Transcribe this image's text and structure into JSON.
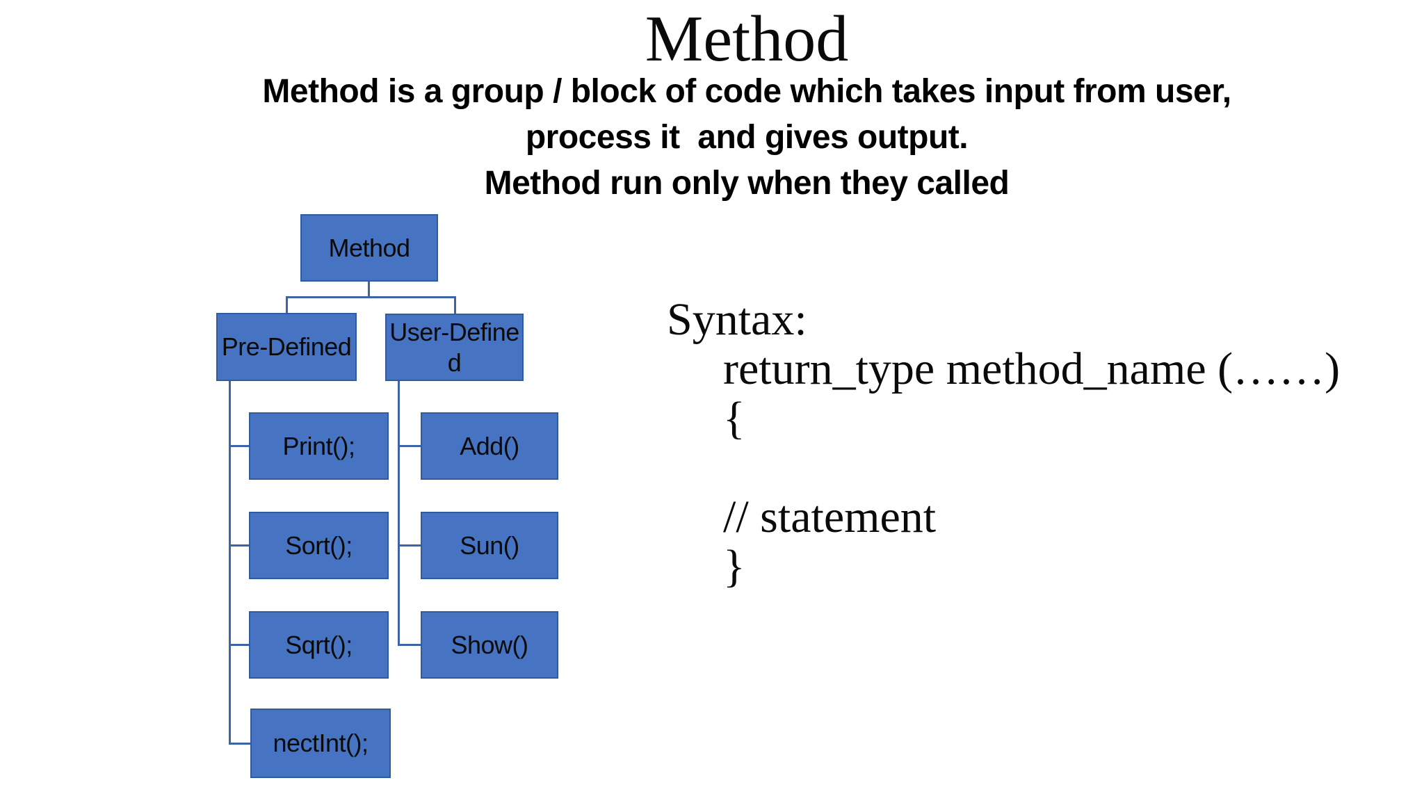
{
  "slide": {
    "title": "Method",
    "subtitle_lines": [
      "Method is a group / block of code which takes input from user,",
      "process it  and gives output.",
      "Method run only when they called"
    ]
  },
  "diagram": {
    "root_label": "Method",
    "pre_defined_label": "Pre-Defined",
    "user_defined_lines": [
      "User-Define",
      "d"
    ],
    "pre_children": [
      "Print();",
      "Sort();",
      "Sqrt();",
      "nectInt();"
    ],
    "user_children": [
      "Add()",
      "Sun()",
      "Show()"
    ]
  },
  "syntax": {
    "heading": "Syntax:",
    "lines": [
      "return_type method_name (……)",
      "{",
      "",
      "// statement",
      "}"
    ]
  },
  "colors": {
    "box_fill": "#4673c2",
    "box_border": "#2e5c9e",
    "connector": "#3c64a9",
    "text": "#0a0a0a",
    "background": "#ffffff"
  }
}
